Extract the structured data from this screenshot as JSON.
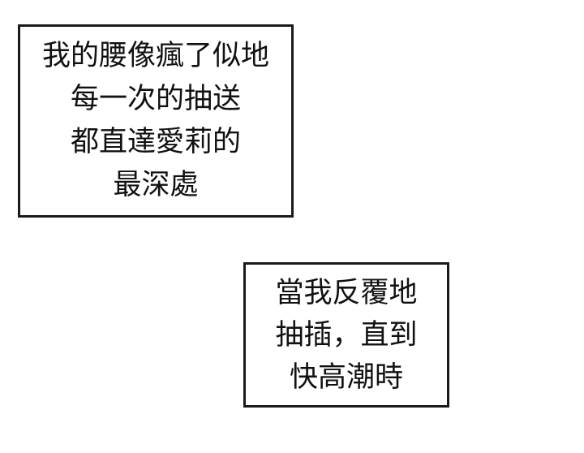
{
  "panel": {
    "background": "#ffffff",
    "border_color": "#1a1a1a",
    "text_color": "#111111"
  },
  "caption_1": {
    "lines": [
      "我的腰像瘋了似地",
      "每一次的抽送",
      "都直達愛莉的",
      "最深處"
    ]
  },
  "caption_2": {
    "lines": [
      "當我反覆地",
      "抽插，直到",
      "快高潮時"
    ]
  }
}
